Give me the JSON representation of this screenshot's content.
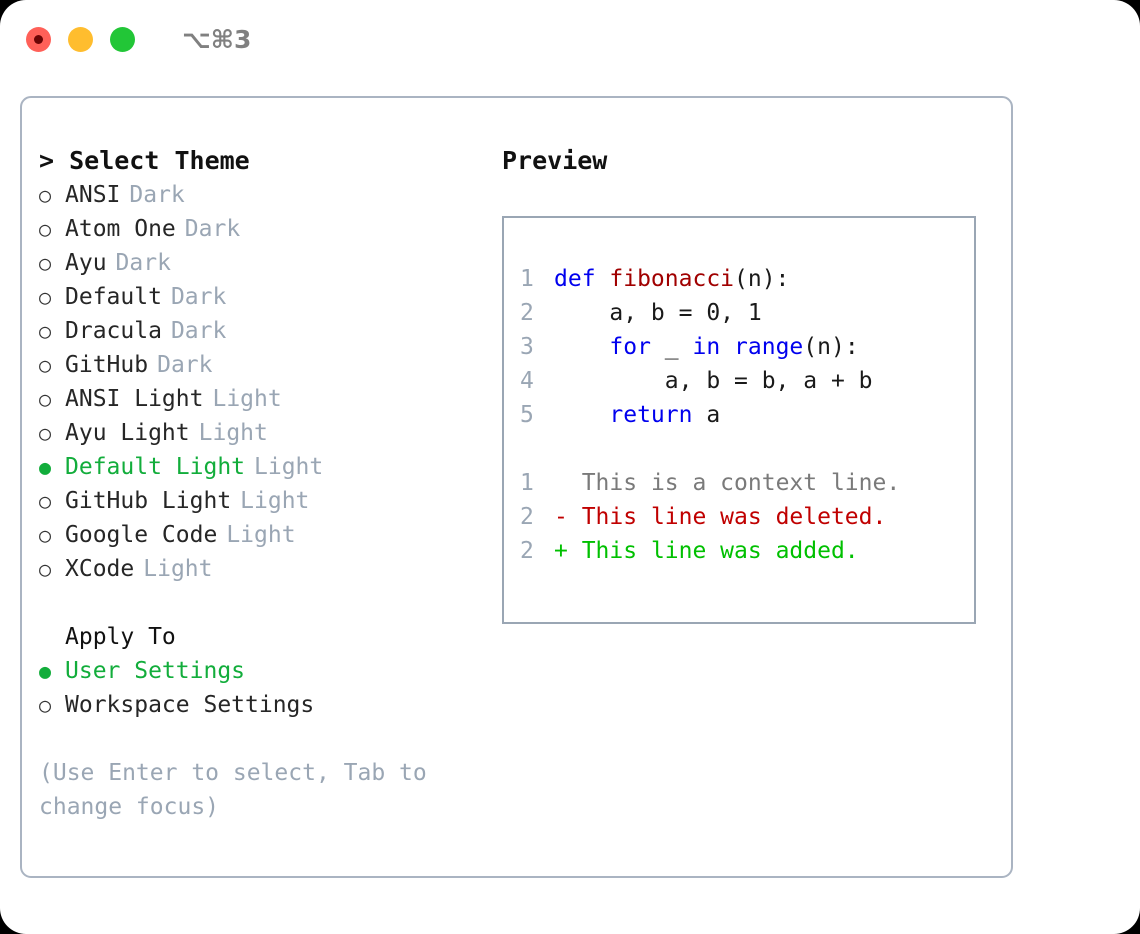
{
  "titlebar": {
    "lights": [
      {
        "name": "close-button",
        "color": "#ff6058"
      },
      {
        "name": "minimize-button",
        "color": "#ffbd2e"
      },
      {
        "name": "maximize-button",
        "color": "#22c637"
      }
    ],
    "shortcut": "⌥⌘3"
  },
  "theme_panel": {
    "heading": "> Select Theme",
    "selected_marker": "●",
    "unselected_marker": "○",
    "items": [
      {
        "name": "ANSI",
        "tag": "Dark",
        "selected": false
      },
      {
        "name": "Atom One",
        "tag": "Dark",
        "selected": false
      },
      {
        "name": "Ayu",
        "tag": "Dark",
        "selected": false
      },
      {
        "name": "Default",
        "tag": "Dark",
        "selected": false
      },
      {
        "name": "Dracula",
        "tag": "Dark",
        "selected": false
      },
      {
        "name": "GitHub",
        "tag": "Dark",
        "selected": false
      },
      {
        "name": "ANSI Light",
        "tag": "Light",
        "selected": false
      },
      {
        "name": "Ayu Light",
        "tag": "Light",
        "selected": false
      },
      {
        "name": "Default Light",
        "tag": "Light",
        "selected": true
      },
      {
        "name": "GitHub Light",
        "tag": "Light",
        "selected": false
      },
      {
        "name": "Google Code",
        "tag": "Light",
        "selected": false
      },
      {
        "name": "XCode",
        "tag": "Light",
        "selected": false
      }
    ]
  },
  "apply_to": {
    "heading": "Apply To",
    "items": [
      {
        "name": "User Settings",
        "selected": true
      },
      {
        "name": "Workspace Settings",
        "selected": false
      }
    ]
  },
  "hint": "(Use Enter to select, Tab to change focus)",
  "preview": {
    "title": "Preview",
    "code_lines": [
      {
        "number": "1",
        "tokens": [
          {
            "text": "def ",
            "kind": "kw"
          },
          {
            "text": "fibonacci",
            "kind": "fn"
          },
          {
            "text": "(n):",
            "kind": "plain"
          }
        ]
      },
      {
        "number": "2",
        "tokens": [
          {
            "text": "    a, b = 0, 1",
            "kind": "plain"
          }
        ]
      },
      {
        "number": "3",
        "tokens": [
          {
            "text": "    ",
            "kind": "plain"
          },
          {
            "text": "for",
            "kind": "kw"
          },
          {
            "text": " _ ",
            "kind": "plain"
          },
          {
            "text": "in ",
            "kind": "kw"
          },
          {
            "text": "range",
            "kind": "kw"
          },
          {
            "text": "(n):",
            "kind": "plain"
          }
        ]
      },
      {
        "number": "4",
        "tokens": [
          {
            "text": "        a, b = b, a + b",
            "kind": "plain"
          }
        ]
      },
      {
        "number": "5",
        "tokens": [
          {
            "text": "    ",
            "kind": "plain"
          },
          {
            "text": "return",
            "kind": "kw"
          },
          {
            "text": " a",
            "kind": "plain"
          }
        ]
      }
    ],
    "diff_lines": [
      {
        "number": "1",
        "prefix": "  ",
        "text": "This is a context line.",
        "kind": "ctx"
      },
      {
        "number": "2",
        "prefix": "- ",
        "text": "This line was deleted.",
        "kind": "del"
      },
      {
        "number": "2",
        "prefix": "+ ",
        "text": "This line was added.",
        "kind": "add"
      }
    ]
  },
  "colors": {
    "accent_green": "#12ad3b",
    "tag_gray": "#9aa6b4",
    "keyword_blue": "#0000ee",
    "function_red": "#a00000",
    "diff_deleted": "#c00000",
    "diff_added": "#00c000",
    "border": "#aab4c2"
  }
}
